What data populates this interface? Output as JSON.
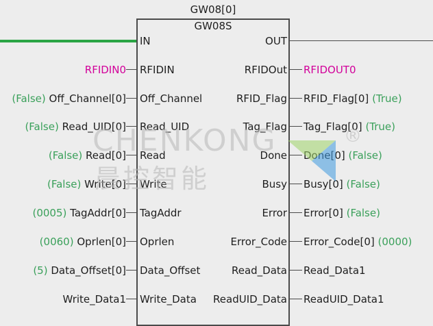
{
  "block": {
    "name": "GW08[0]",
    "type": "GW08S"
  },
  "inputs": [
    {
      "pin": "IN",
      "var": "",
      "state": ""
    },
    {
      "pin": "RFIDIN",
      "var": "RFIDIN0",
      "state": ""
    },
    {
      "pin": "Off_Channel",
      "var": "Off_Channel[0]",
      "state": "(False)"
    },
    {
      "pin": "Read_UID",
      "var": "Read_UID[0]",
      "state": "(False)"
    },
    {
      "pin": "Read",
      "var": "Read[0]",
      "state": "(False)"
    },
    {
      "pin": "Write",
      "var": "Write[0]",
      "state": "(False)"
    },
    {
      "pin": "TagAddr",
      "var": "TagAddr[0]",
      "state": "(0005)"
    },
    {
      "pin": "Oprlen",
      "var": "Oprlen[0]",
      "state": "(0060)"
    },
    {
      "pin": "Data_Offset",
      "var": "Data_Offset[0]",
      "state": "(5)"
    },
    {
      "pin": "Write_Data",
      "var": "Write_Data1",
      "state": ""
    }
  ],
  "outputs": [
    {
      "pin": "OUT",
      "var": "",
      "state": ""
    },
    {
      "pin": "RFIDOut",
      "var": "RFIDOUT0",
      "state": ""
    },
    {
      "pin": "RFID_Flag",
      "var": "RFID_Flag[0]",
      "state": "(True)"
    },
    {
      "pin": "Tag_Flag",
      "var": "Tag_Flag[0]",
      "state": "(True)"
    },
    {
      "pin": "Done",
      "var": "Done[0]",
      "state": "(False)"
    },
    {
      "pin": "Busy",
      "var": "Busy[0]",
      "state": "(False)"
    },
    {
      "pin": "Error",
      "var": "Error[0]",
      "state": "(False)"
    },
    {
      "pin": "Error_Code",
      "var": "Error_Code[0]",
      "state": "(0000)"
    },
    {
      "pin": "Read_Data",
      "var": "Read_Data1",
      "state": ""
    },
    {
      "pin": "ReadUID_Data",
      "var": "ReadUID_Data1",
      "state": ""
    }
  ],
  "watermark": {
    "line1": "CHENKONG",
    "line2": "晨控智能",
    "mark": "®"
  },
  "colors": {
    "power_flow": "#2aa544",
    "state_text": "#3aa05a",
    "rfid_var": "#d2009a",
    "wire": "#4a4a4a",
    "background": "#ededed"
  }
}
